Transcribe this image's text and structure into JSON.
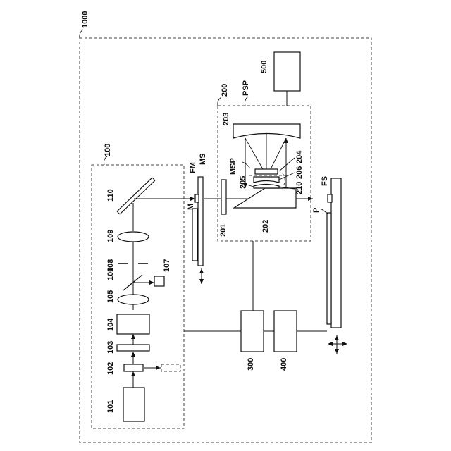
{
  "labels": {
    "system": "1000",
    "illumination": "100",
    "projection": "200",
    "ctrl_300": "300",
    "ctrl_400": "400",
    "ctrl_500": "500",
    "c101": "101",
    "c102": "102",
    "c103": "103",
    "c104": "104",
    "c105": "105",
    "c106": "106",
    "c107": "107",
    "c108": "108",
    "c109": "109",
    "c110": "110",
    "c201": "201",
    "c202": "202",
    "c203": "203",
    "c204": "204",
    "c205": "205",
    "c206": "206",
    "c210": "210",
    "fm": "FM",
    "ms": "MS",
    "m": "M",
    "psp": "PSP",
    "msp": "MSP",
    "fs": "FS",
    "p": "P"
  }
}
